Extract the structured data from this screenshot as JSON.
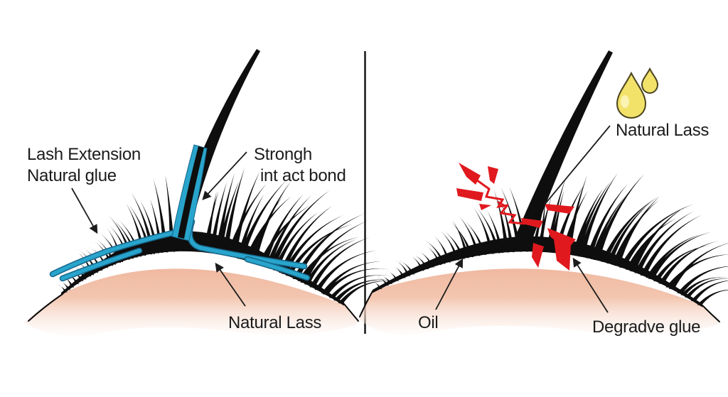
{
  "figure": {
    "left_panel": {
      "label_extension_line1": "Lash Extension",
      "label_extension_line2": "Natural glue",
      "label_bond_line1": "Strongh",
      "label_bond_line2": "int act bond",
      "label_natural_lash": "Natural Lass"
    },
    "right_panel": {
      "label_natural_lash": "Natural Lass",
      "label_oil": "Oil",
      "label_degraded_glue": "Degradve glue"
    },
    "colors": {
      "glue_blue": "#29A5CC",
      "skin": "#EDAB90",
      "broken_red": "#E0191E",
      "oil_yellow": "#F2E269",
      "lash_black": "#0e0e0e"
    }
  }
}
